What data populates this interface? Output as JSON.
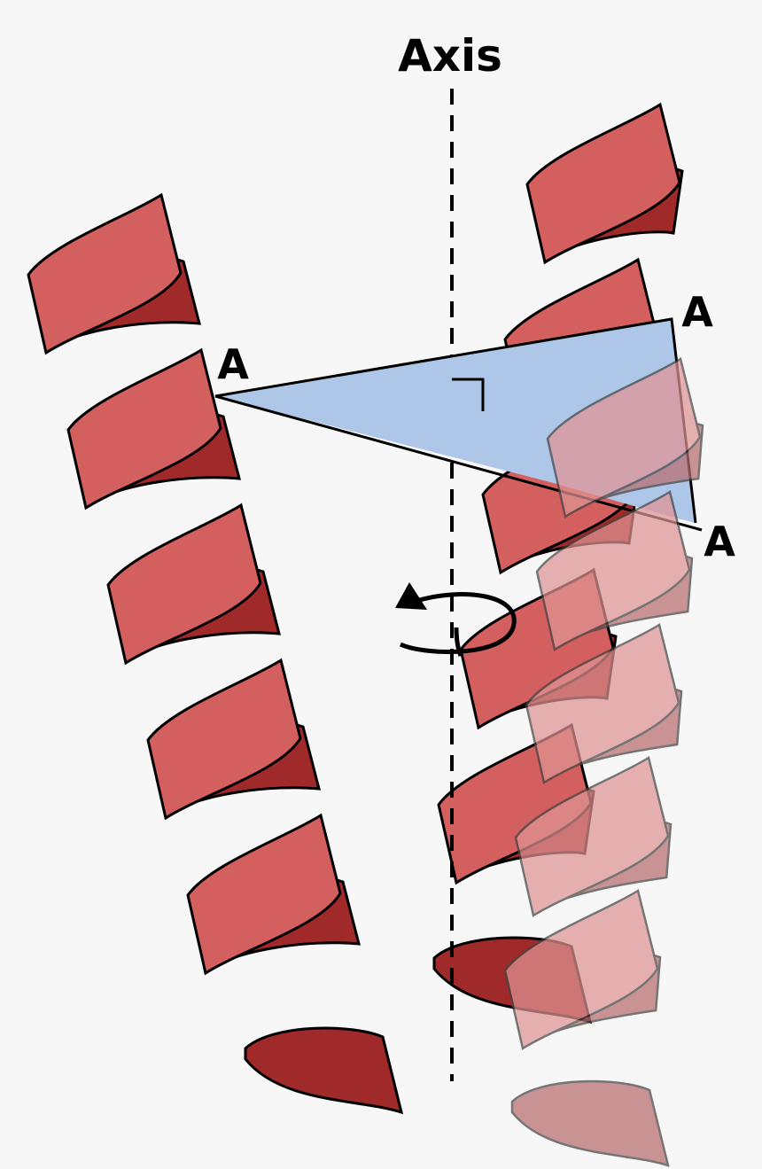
{
  "labels": {
    "axis": "Axis",
    "point_left": "A",
    "point_right_top": "A",
    "point_right_bottom": "A"
  },
  "colors": {
    "background": "#f7f7f7",
    "ribbon_front": "#d45f5f",
    "ribbon_back": "#a0292a",
    "ghost_front": "#e09494",
    "ghost_back": "#b86e6e",
    "triangle_fill": "#aec6e8",
    "outline": "#000000"
  },
  "icons": {
    "rotation": "circular-arrow-icon",
    "right_angle": "right-angle-marker"
  }
}
